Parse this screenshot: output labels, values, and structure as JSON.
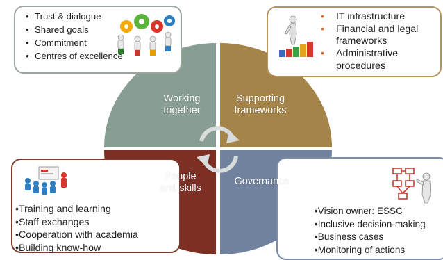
{
  "colors": {
    "working_together": "#899e93",
    "supporting_frameworks": "#a58449",
    "people_and_skills": "#7e2f24",
    "governance": "#71829f",
    "box_tl_border": "#9aa59f",
    "box_tr_border": "#b4925f",
    "box_bl_border": "#7b3a2c",
    "box_br_border": "#7b8ba8",
    "orange_bullet": "#d6651f"
  },
  "quadrants": {
    "working_together": [
      "Working",
      "together"
    ],
    "supporting_frameworks": [
      "Supporting",
      "frameworks"
    ],
    "people_and_skills": [
      "People",
      "and skills"
    ],
    "governance": [
      "Governance"
    ]
  },
  "boxes": {
    "top_left": {
      "items": [
        "Trust & dialogue",
        "Shared goals",
        "Commitment",
        "Centres of excellence"
      ],
      "image_icon": "people-turning-gears-icon"
    },
    "top_right": {
      "items": [
        "IT infrastructure",
        "Financial and legal frameworks",
        "Administrative procedures"
      ],
      "image_icon": "figure-on-blocks-icon"
    },
    "bottom_left": {
      "items": [
        "•Training and learning",
        "•Staff exchanges",
        "•Cooperation with academia",
        "•Building know-how"
      ],
      "image_icon": "presentation-audience-icon"
    },
    "bottom_right": {
      "items": [
        "•Vision owner: ESSC",
        "•Inclusive decision-making",
        "•Business cases",
        "•Monitoring of actions"
      ],
      "image_icon": "flowchart-presenter-icon"
    }
  },
  "center_icon": "cycle-arrows-icon"
}
